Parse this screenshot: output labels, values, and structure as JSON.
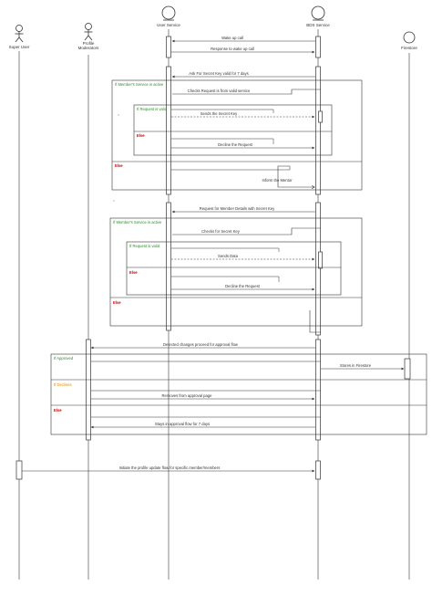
{
  "participants": {
    "super_user": "Super User",
    "profile_moderators": "Profile Moderators",
    "user_service": "User Service",
    "bds_service": "BDS Service",
    "firestore": "Firestore"
  },
  "messages": {
    "wake_up_call": "Wake up call",
    "response_wake_up": "Response to wake up call",
    "ask_secret_key": "Ask For Secret Key valid for 7 days",
    "checks_request_valid_service": "Checks Request is from valid service",
    "sends_secret_key": "Sends the Secret Key",
    "decline_request_1": "Decline the Request",
    "inform_mentor": "Inform the Mentor",
    "request_member_details": "Request for Member Details with Secret Key",
    "checks_secret_key": "Checks for Secret Key",
    "sends_data": "Sends Data",
    "decline_request_2": "Decline the Request",
    "detected_changes": "Detected changes proceed for approval flow",
    "stores_firestore": "Stores in Firestore",
    "removes_approval": "Removes from approval page",
    "stays_approval": "Stays in approval flow for 7 days",
    "initiate_profile_update": "Initiate the profile update flow for specific member/members"
  },
  "fragments": {
    "member_service_active": "If Member's Service is active",
    "request_valid": "If Request is valid",
    "else": "Else",
    "approved": "If Approved",
    "declines": "If Declines"
  },
  "colors": {
    "line": "#333333",
    "guard_green": "#2e8b2e",
    "guard_red": "#cc0000",
    "guard_orange": "#e08a00"
  }
}
